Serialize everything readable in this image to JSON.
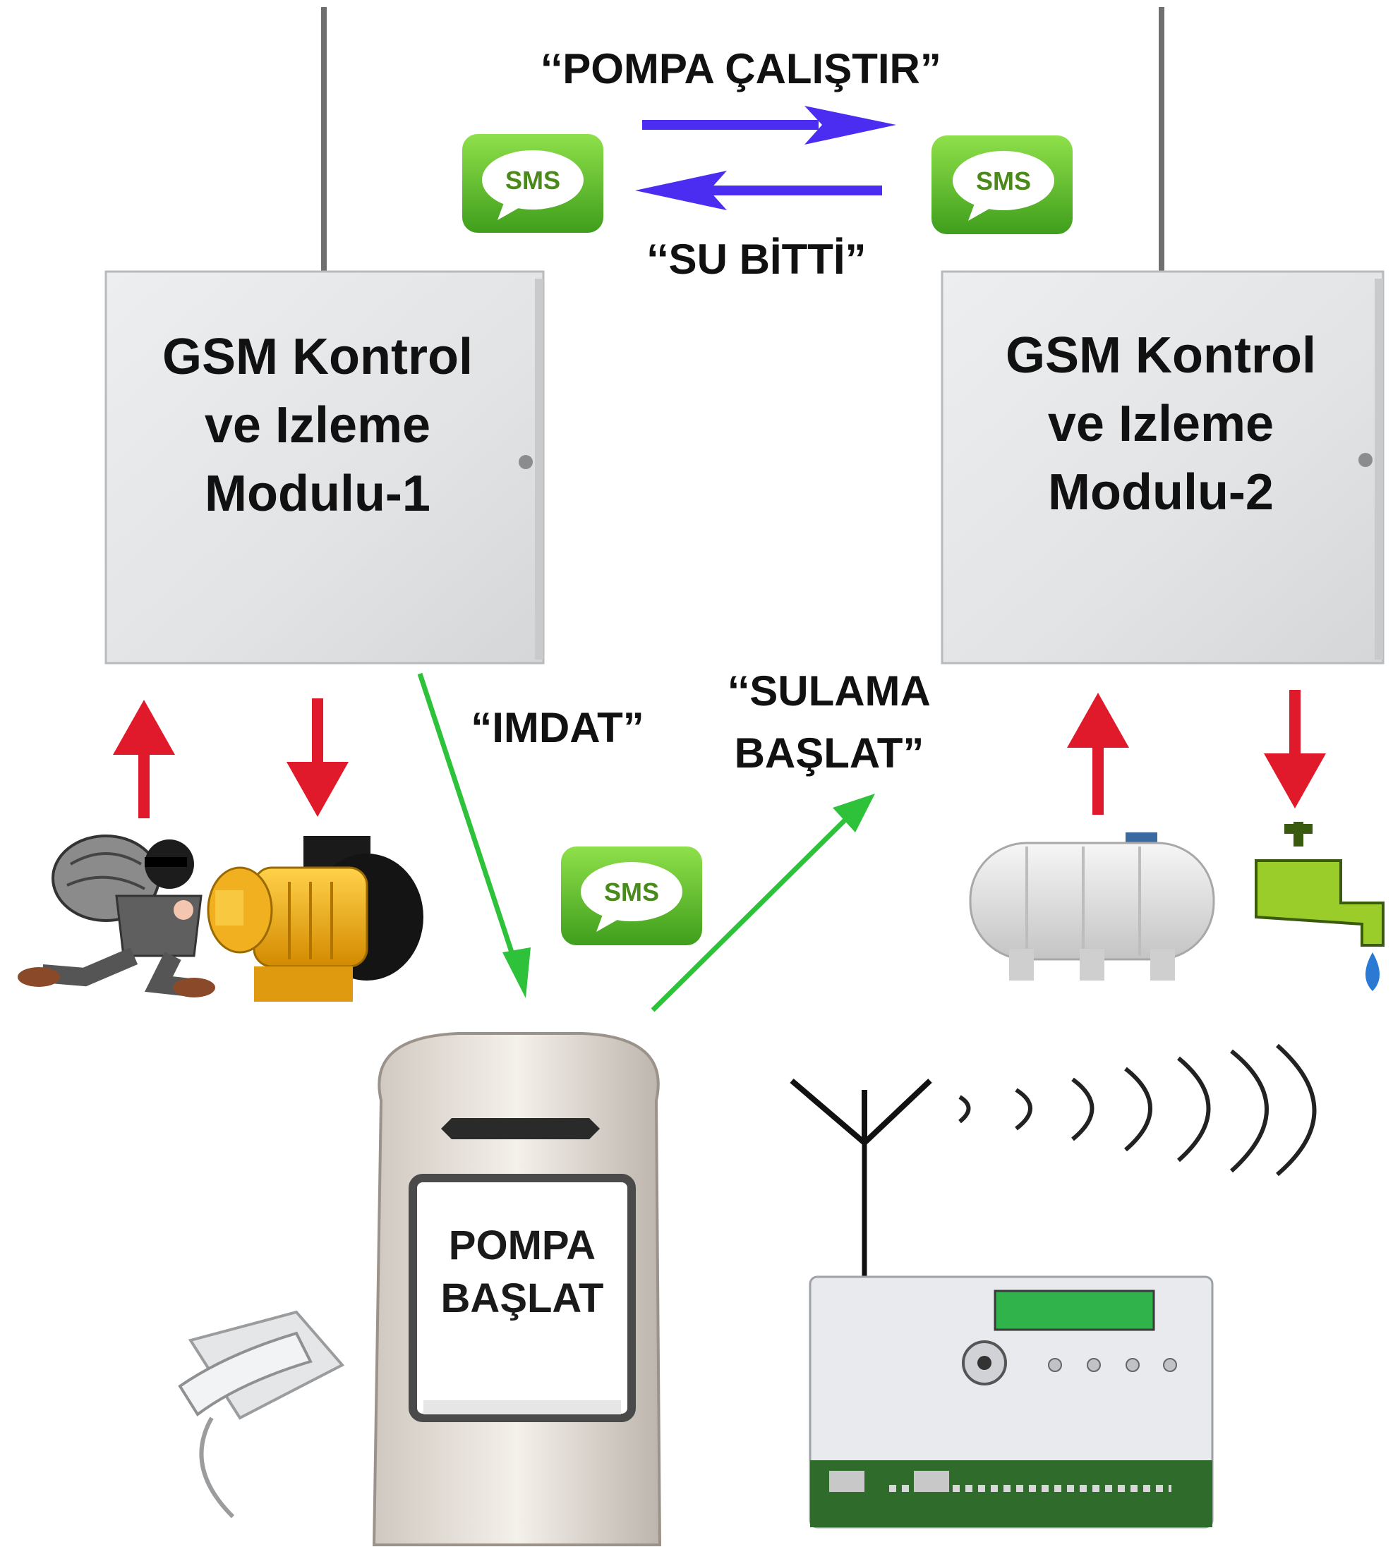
{
  "messages": {
    "pompa_calistir": "‘‘POMPA ÇALIŞTIR”",
    "su_bitti": "‘‘SU BİTTİ”",
    "imdat": "“IMDAT”",
    "sulama_line1": "‘‘SULAMA",
    "sulama_line2": "BAŞLAT”"
  },
  "sms_badge": "SMS",
  "module1": {
    "line1": "GSM Kontrol",
    "line2": "ve Izleme",
    "line3": "Modulu-1"
  },
  "module2": {
    "line1": "GSM Kontrol",
    "line2": "ve Izleme",
    "line3": "Modulu-2"
  },
  "phone_screen": {
    "line1": "POMPA",
    "line2": "BAŞLAT"
  },
  "colors": {
    "sms_arrow": "#4a2df0",
    "io_arrow": "#e01a2a",
    "link_arrow": "#2ec23a",
    "sms_bubble": "#56c42a",
    "panel": "#e6e8ea"
  }
}
